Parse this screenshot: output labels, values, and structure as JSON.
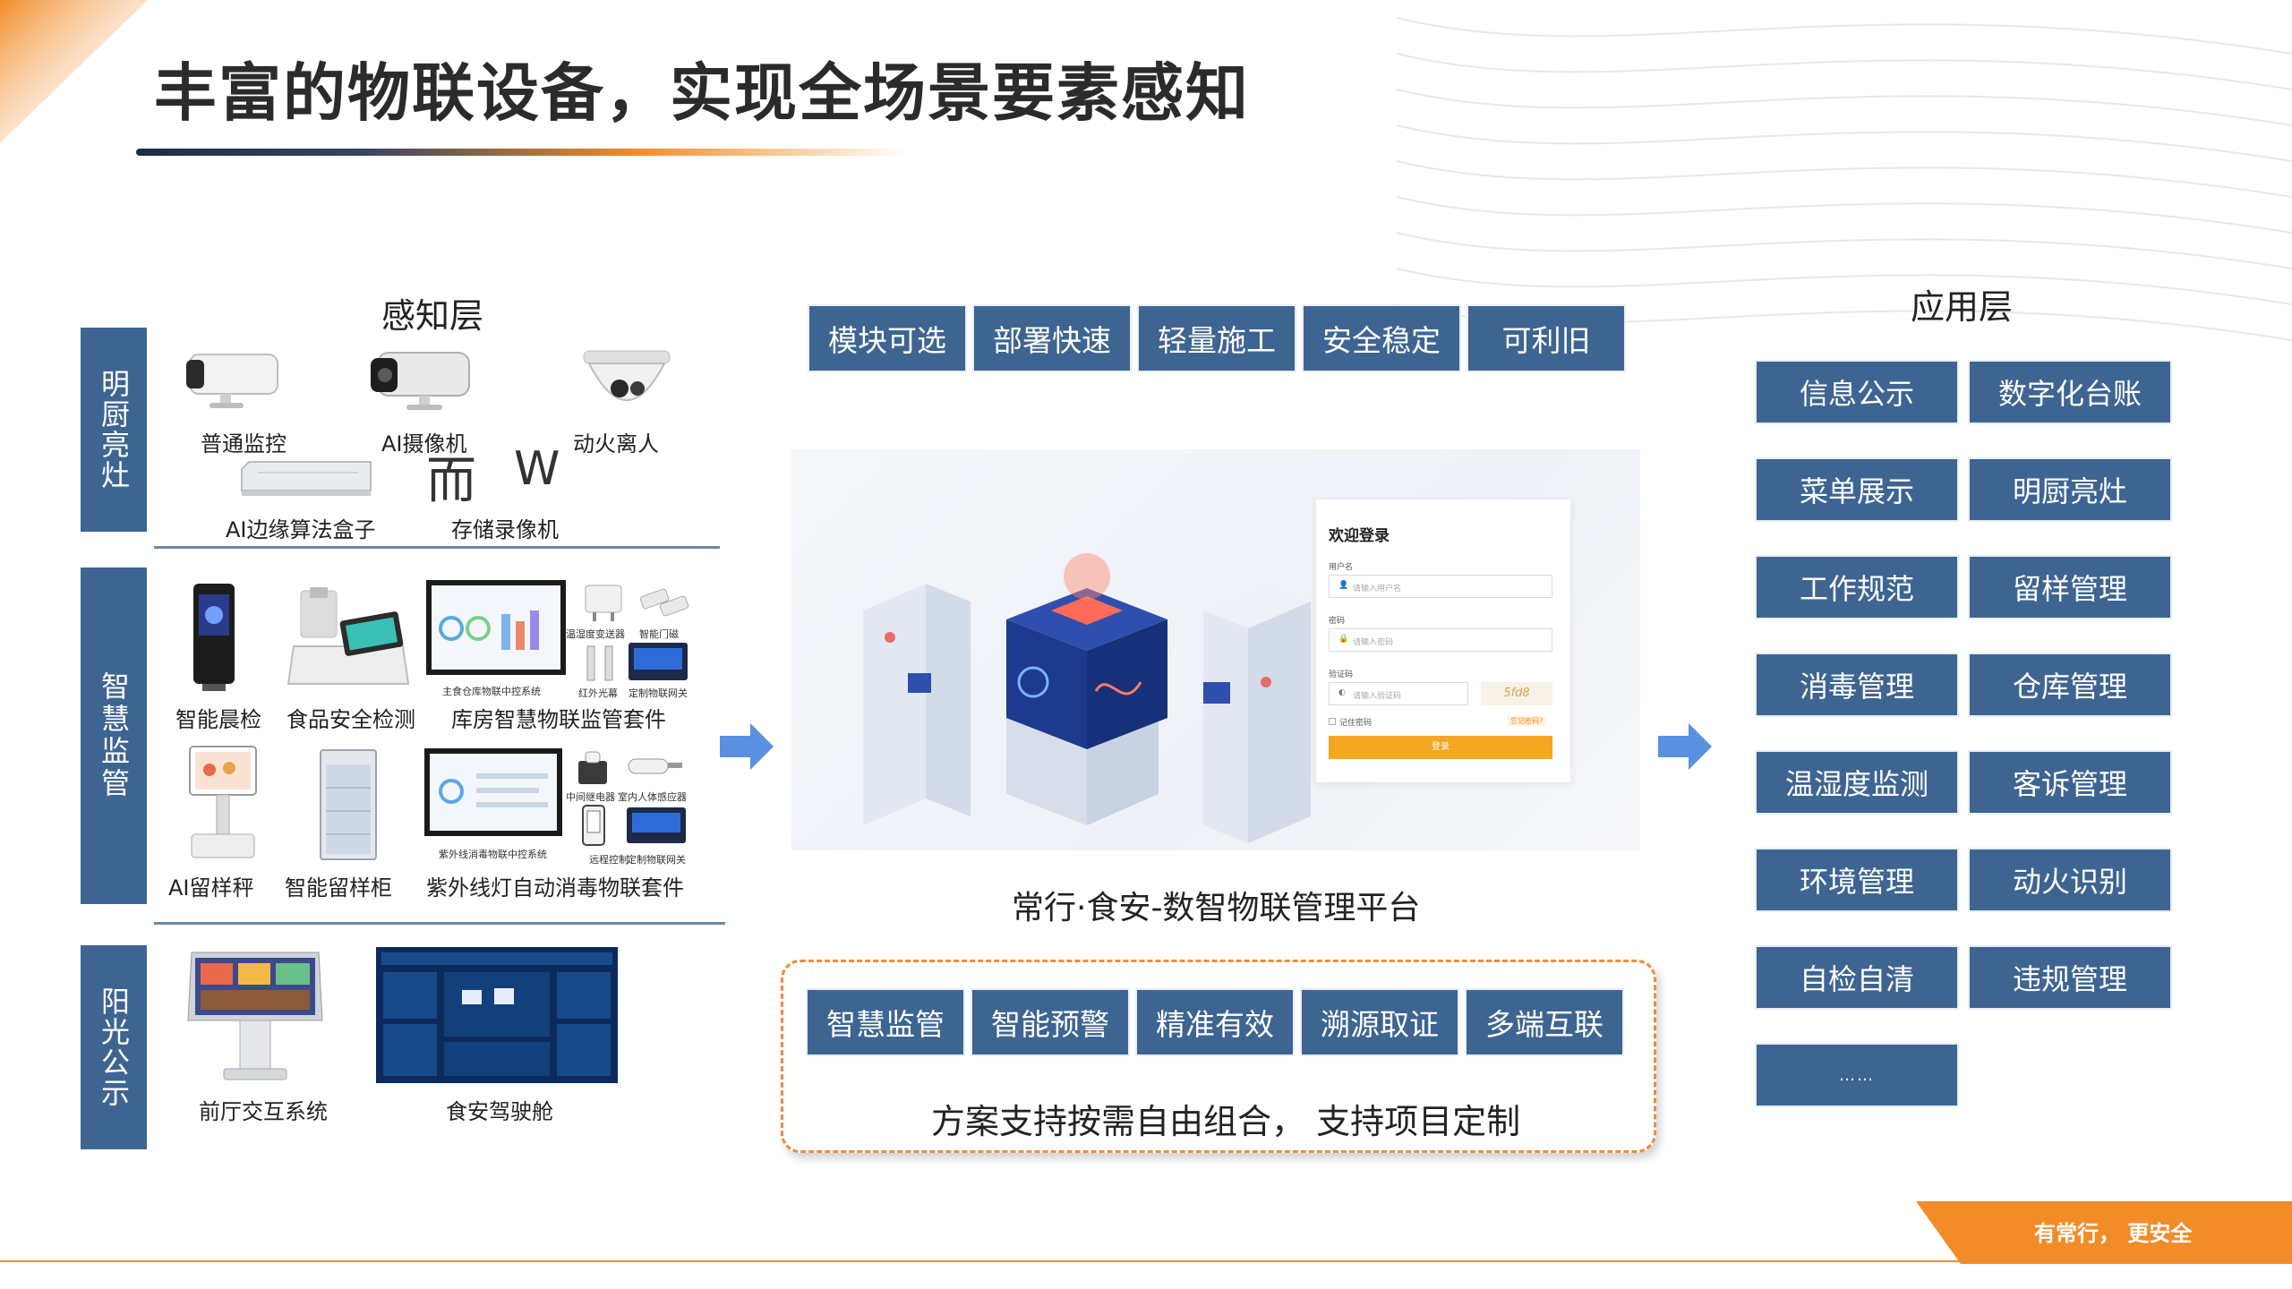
{
  "title": "丰富的物联设备，实现全场景要素感知",
  "perception": {
    "heading": "感知层",
    "sections": [
      {
        "label": "明厨亮灶"
      },
      {
        "label": "智慧监管"
      },
      {
        "label": "阳光公示"
      }
    ],
    "devices": {
      "normal_camera": "普通监控",
      "ai_camera": "AI摄像机",
      "fire_detect": "动火离人",
      "stray_1": "而",
      "stray_2": "W",
      "ai_box": "AI边缘算法盒子",
      "nvr": "存储录像机",
      "morning_check": "智能晨检",
      "food_test": "食品安全检测",
      "warehouse_kit": "库房智慧物联监管套件",
      "warehouse_small_1": "温湿度变送器",
      "warehouse_small_2": "智能门磁",
      "warehouse_small_3": "主食仓库物联中控系统",
      "warehouse_small_4": "红外光幕",
      "warehouse_small_5": "定制物联网关",
      "ai_scale": "AI留样秤",
      "sample_cabinet": "智能留样柜",
      "uv_kit": "紫外线灯自动消毒物联套件",
      "uv_small_1": "中间继电器",
      "uv_small_2": "室内人体感应器",
      "uv_small_3": "紫外线消毒物联中控系统",
      "uv_small_4": "远程控制",
      "uv_small_5": "定制物联网关",
      "lobby": "前厅交互系统",
      "cockpit": "食安驾驶舱"
    }
  },
  "features_top": [
    "模块可选",
    "部署快速",
    "轻量施工",
    "安全稳定",
    "可利旧"
  ],
  "platform": {
    "caption": "常行·食安-数智物联管理平台",
    "login": {
      "title": "欢迎登录",
      "user_label": "用户名",
      "user_placeholder": "请输入用户名",
      "pass_label": "密码",
      "pass_placeholder": "请输入密码",
      "code_label": "验证码",
      "code_placeholder": "请输入验证码",
      "code_value": "5fd8",
      "remember": "记住密码",
      "forgot": "忘记密码?",
      "submit": "登录"
    }
  },
  "features_bottom": [
    "智慧监管",
    "智能预警",
    "精准有效",
    "溯源取证",
    "多端互联"
  ],
  "features_bottom_caption": "方案支持按需自由组合， 支持项目定制",
  "application": {
    "heading": "应用层",
    "items": [
      "信息公示",
      "数字化台账",
      "菜单展示",
      "明厨亮灶",
      "工作规范",
      "留样管理",
      "消毒管理",
      "仓库管理",
      "温湿度监测",
      "客诉管理",
      "环境管理",
      "动火识别",
      "自检自清",
      "违规管理",
      "……"
    ]
  },
  "footer": {
    "slogan": "有常行， 更安全"
  },
  "colors": {
    "chip_blue": "#3e6591",
    "accent_orange": "#f28c28",
    "arrow_blue": "#5b8fdf"
  }
}
